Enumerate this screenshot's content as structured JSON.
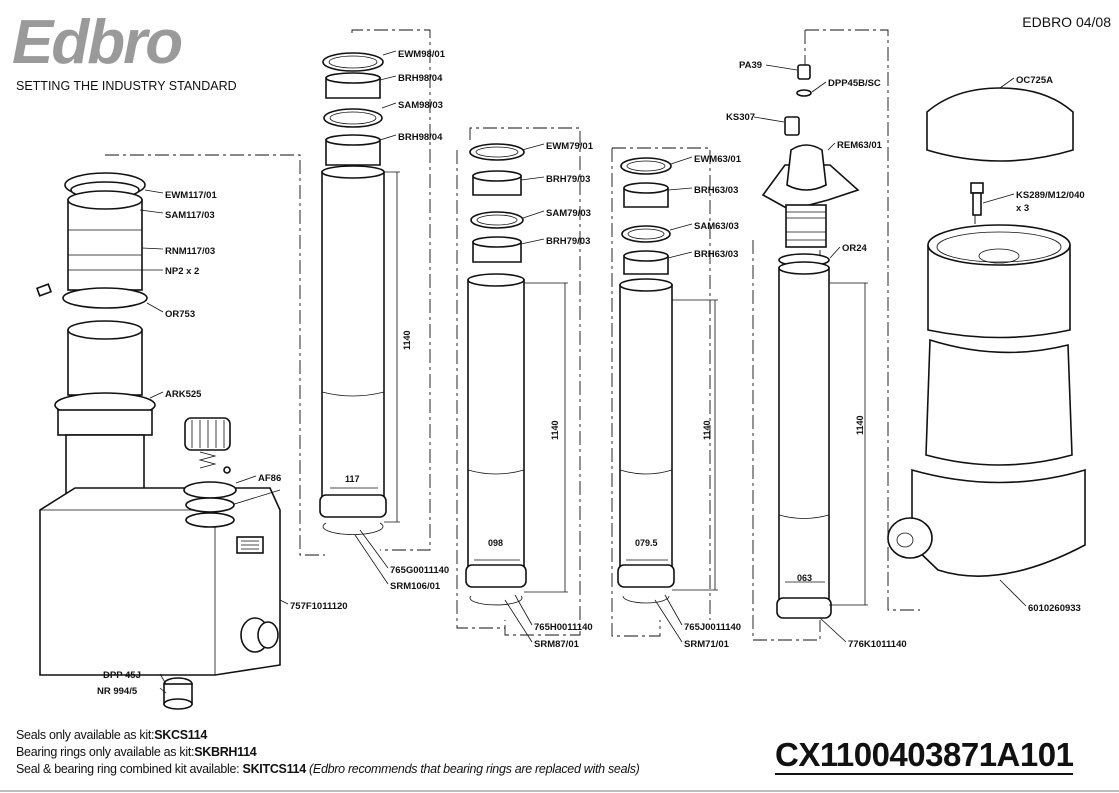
{
  "header": {
    "logo_text": "Edbro",
    "tagline": "SETTING THE INDUSTRY STANDARD",
    "doc_ref": "EDBRO 04/08"
  },
  "labels": {
    "base": {
      "ewm117": "EWM117/01",
      "sam117": "SAM117/03",
      "rnm117": "RNM117/03",
      "np2": "NP2 x 2",
      "or753": "OR753",
      "ark525": "ARK525",
      "af86": "AF86",
      "tank": "757F1011120",
      "dpp45j": "DPP 45J",
      "nr994": "NR 994/5"
    },
    "stage1": {
      "ewm": "EWM98/01",
      "brh_a": "BRH98/04",
      "sam": "SAM98/03",
      "brh_b": "BRH98/04",
      "dia": "117",
      "len": "1140",
      "tube": "765G0011140",
      "srm": "SRM106/01"
    },
    "stage2": {
      "ewm": "EWM79/01",
      "brh_a": "BRH79/03",
      "sam": "SAM79/03",
      "brh_b": "BRH79/03",
      "dia": "098",
      "len": "1140",
      "tube": "765H0011140",
      "srm": "SRM87/01"
    },
    "stage3": {
      "ewm": "EWM63/01",
      "brh_a": "BRH63/03",
      "sam": "SAM63/03",
      "brh_b": "BRH63/03",
      "dia": "079.5",
      "len": "1140",
      "tube": "765J0011140",
      "srm": "SRM71/01"
    },
    "stage4": {
      "pa39": "PA39",
      "dpp45b": "DPP45B/SC",
      "ks307": "KS307",
      "rem63": "REM63/01",
      "or24": "OR24",
      "dia": "063",
      "len": "1140",
      "tube": "776K1011140"
    },
    "cover": {
      "oc725a": "OC725A",
      "ks289": "KS289/M12/040",
      "ks289_qty": "x 3",
      "housing": "6010260933"
    }
  },
  "footer": {
    "line1_text": "Seals only available as kit:",
    "line1_kit": "SKCS114",
    "line2_text": "Bearing rings only available as kit:",
    "line2_kit": "SKBRH114",
    "line3_text": "Seal & bearing ring combined kit available:",
    "line3_kit": "SKITCS114",
    "line3_note": "(Edbro recommends that bearing rings are replaced with seals)",
    "part_number": "CX1100403871A101"
  }
}
